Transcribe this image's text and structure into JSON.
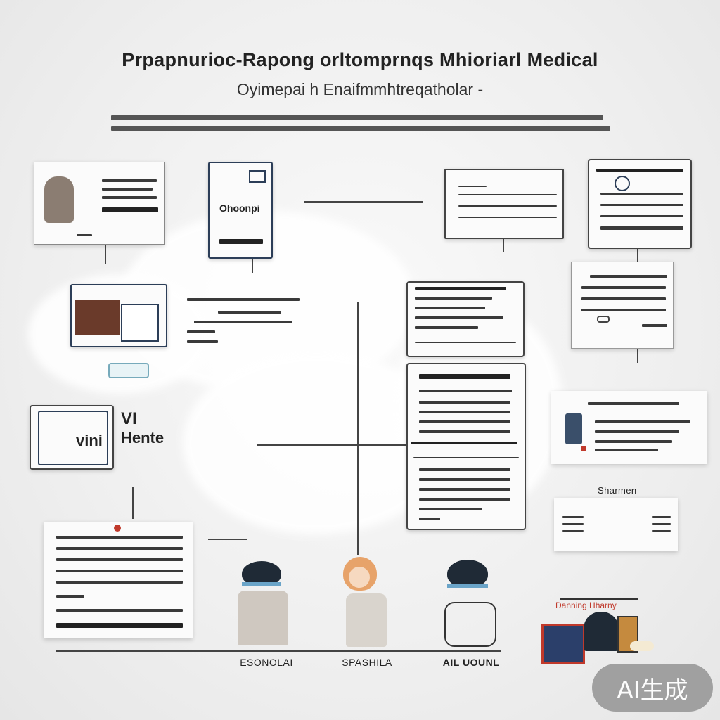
{
  "header": {
    "title": "Prpapnurioc-Rapong orltomprnqs Mhioriarl Medical",
    "subtitle": "Oyimepai h Enaifmmhtreqatholar -"
  },
  "cards": {
    "phone_card_label": "Ohoonpi",
    "browser_card_left": "VI",
    "browser_card_main": "vini",
    "browser_card_right": "Hente",
    "right_bottom_label": "Sharmen"
  },
  "figures": [
    {
      "caption": "ESONOLAI"
    },
    {
      "caption": "SPASHILA"
    },
    {
      "caption": "AIL UOUNL"
    }
  ],
  "book": {
    "label": "Danning Hharny"
  },
  "badge": {
    "label": "AI生成"
  },
  "colors": {
    "navy": "#2c3e58",
    "accent_red": "#c0392b",
    "badge_bg": "#9a9a9a"
  }
}
